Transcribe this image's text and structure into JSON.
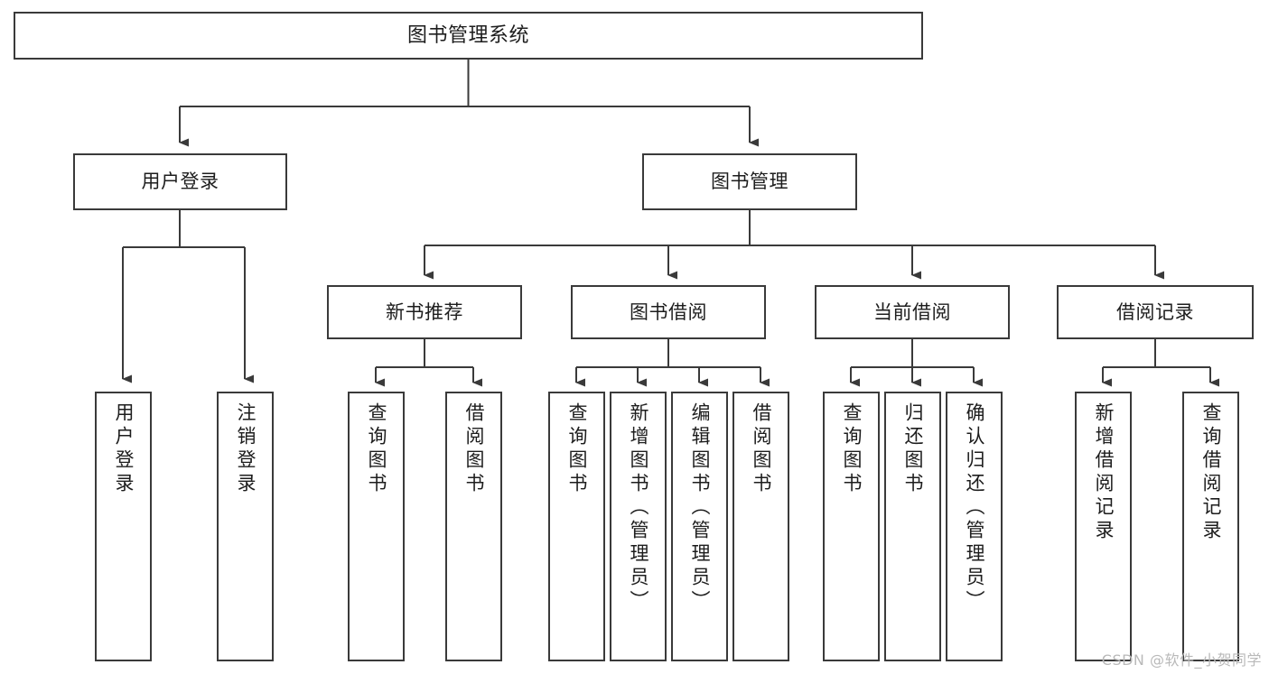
{
  "diagram": {
    "type": "tree",
    "title": "图书管理系统",
    "root": {
      "label": "图书管理系统"
    },
    "level2": [
      {
        "label": "用户登录"
      },
      {
        "label": "图书管理"
      }
    ],
    "level3": [
      {
        "label": "新书推荐"
      },
      {
        "label": "图书借阅"
      },
      {
        "label": "当前借阅"
      },
      {
        "label": "借阅记录"
      }
    ],
    "leaves": {
      "user_login": [
        {
          "label": "用户登录"
        },
        {
          "label": "注销登录"
        }
      ],
      "new_book_recommend": [
        {
          "label": "查询图书"
        },
        {
          "label": "借阅图书"
        }
      ],
      "book_borrow": [
        {
          "label": "查询图书"
        },
        {
          "label": "新增图书（管理员）"
        },
        {
          "label": "编辑图书（管理员）"
        },
        {
          "label": "借阅图书"
        }
      ],
      "current_borrow": [
        {
          "label": "查询图书"
        },
        {
          "label": "归还图书"
        },
        {
          "label": "确认归还（管理员）"
        }
      ],
      "borrow_record": [
        {
          "label": "新增借阅记录"
        },
        {
          "label": "查询借阅记录"
        }
      ]
    },
    "watermark": "CSDN @软件_小贺同学",
    "colors": {
      "box_border": "#3a3a3a",
      "box_fill": "#ffffff",
      "edge": "#3a3a3a",
      "text": "#1d1d1d",
      "watermark": "#b9b9b9",
      "background": "#ffffff"
    }
  }
}
